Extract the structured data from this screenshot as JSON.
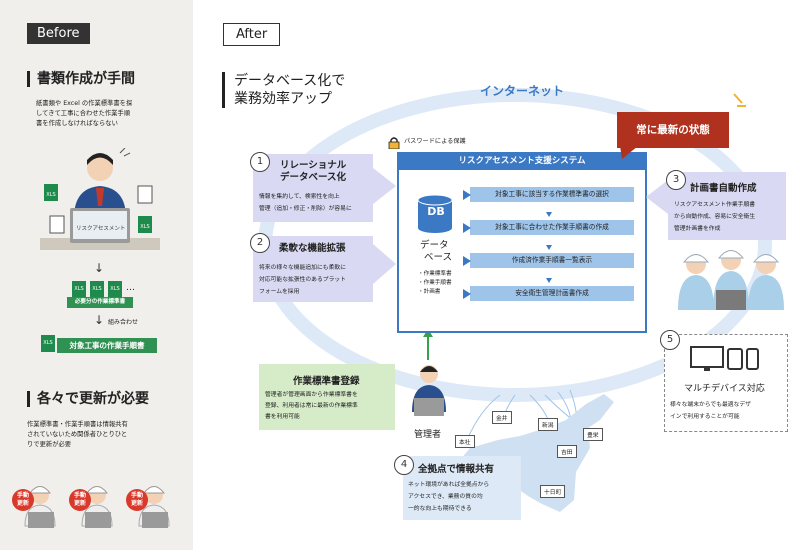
{
  "before": {
    "label": "Before",
    "heading1": "書類作成が手間",
    "desc1": [
      "紙書類や Excel の作業標準書を探",
      "してきて工事に合わせた作業手順",
      "書を作成しなければならない"
    ],
    "monitor_text": "リスクアセスメント",
    "ellipsis": "…",
    "necessary": "必要分の作業標準書",
    "combine": "組み合わせ",
    "result": "対象工事の作業手順書",
    "xls": "XLS",
    "heading2": "各々で更新が必要",
    "desc2": [
      "作業標準書・作業手順書は情報共有",
      "されていないため関係者ひとりひと",
      "りで更新が必要"
    ],
    "manual_update": [
      "手動",
      "更新"
    ]
  },
  "after": {
    "label": "After",
    "headline": [
      "データベース化で",
      "業務効率アップ"
    ],
    "internet": "インターネット",
    "password": "パスワードによる保護",
    "latest": "常に最新の状態",
    "system_title": "リスクアセスメント支援システム",
    "db_label": "DB",
    "db_text": [
      "データ",
      "ベース"
    ],
    "db_items": [
      "・作業標準書",
      "・作業手順書",
      "・計画書"
    ],
    "processes": [
      "対象工事に該当する作業標準書の選択",
      "対象工事に合わせた作業手順書の作成",
      "作成済作業手順書一覧表示",
      "安全衛生管理計画書作成"
    ],
    "features": [
      {
        "num": "1",
        "title": [
          "リレーショナル",
          "データベース化"
        ],
        "desc": [
          "情報を集約して、検索性を向上",
          "管理（追加・修正・削除）が容易に"
        ]
      },
      {
        "num": "2",
        "title": [
          "柔軟な機能拡張"
        ],
        "desc": [
          "将来の様々な機能追加にも柔軟に",
          "対応可能な拡張性のあるプラット",
          "フォームを採用"
        ]
      },
      {
        "num": "3",
        "title": [
          "計画書自動作成"
        ],
        "desc": [
          "リスクアセスメント作業手順書",
          "から自動作成、容易に安全衛生",
          "管理計画書を作成"
        ]
      },
      {
        "num": "4",
        "title": [
          "全拠点で情報共有"
        ],
        "desc": [
          "ネット環境があれば全拠点から",
          "アクセスでき、業務の質の均",
          "一的な向上も期待できる"
        ]
      },
      {
        "num": "5",
        "title": [
          "マルチデバイス対応"
        ],
        "desc": [
          "様々な端末からでも最適なデザ",
          "インで利用することが可能"
        ]
      }
    ],
    "registration": {
      "title": "作業標準書登録",
      "desc": [
        "管理者が管理画面から作業標準書を",
        "登録、利用者は常に最新の作業標準",
        "書を利用可能"
      ]
    },
    "admin_label": "管理者",
    "cities": [
      "金井",
      "本社",
      "新潟",
      "吉田",
      "豊栄",
      "十日町"
    ]
  },
  "colors": {
    "primary_blue": "#3b79c4",
    "process_blue": "#9ec4ea",
    "lavender": "#d9d9f3",
    "latest_red": "#b0311d",
    "green": "#2f9152",
    "reg_green": "#d6ecc9"
  }
}
